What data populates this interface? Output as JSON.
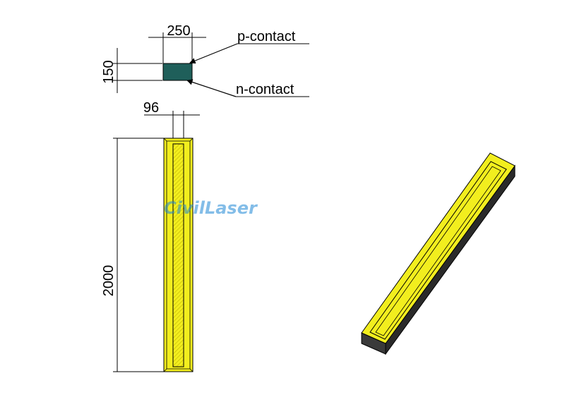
{
  "dimensions": {
    "width": "250",
    "height": "150",
    "ridge_width": "96",
    "length": "2000"
  },
  "labels": {
    "p_contact": "p-contact",
    "n_contact": "n-contact"
  },
  "watermark": "CivilLaser",
  "colors": {
    "cross_section": "#1f5f5a",
    "gold": "#f2ee1e",
    "dark_side": "#2e2e2e",
    "line": "#000000",
    "watermark": "#1e88d6"
  }
}
